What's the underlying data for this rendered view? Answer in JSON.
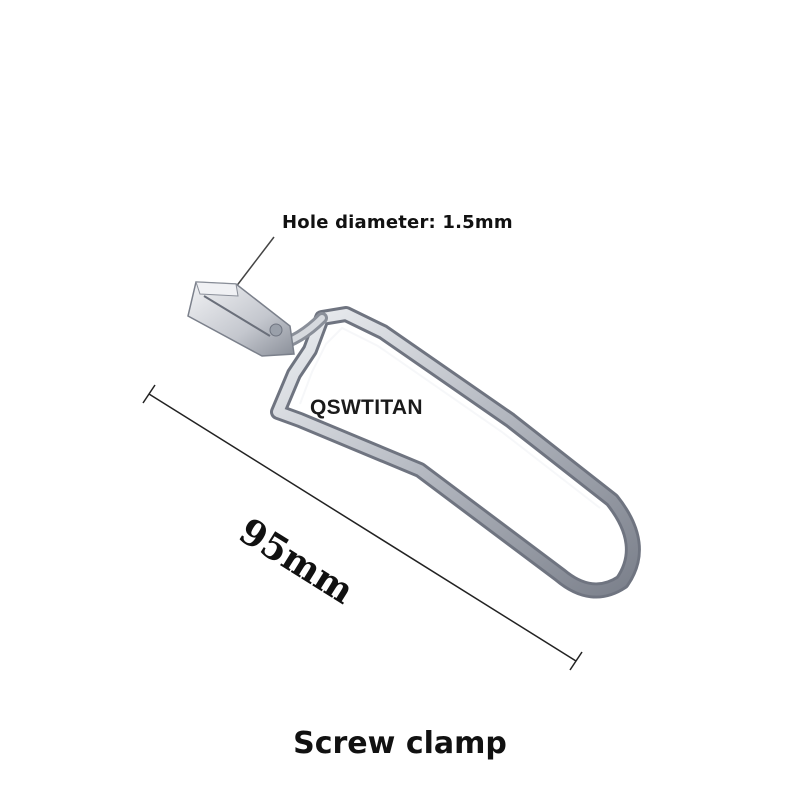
{
  "product": {
    "callout": "Hole diameter: 1.5mm",
    "watermark": "QSWTITAN",
    "length_label": "95mm",
    "caption": "Screw clamp"
  },
  "colors": {
    "background": "#ffffff",
    "metal_light": "#e6e8ec",
    "metal_mid": "#b8bcc4",
    "metal_dark": "#6f7480",
    "text": "#111111"
  }
}
